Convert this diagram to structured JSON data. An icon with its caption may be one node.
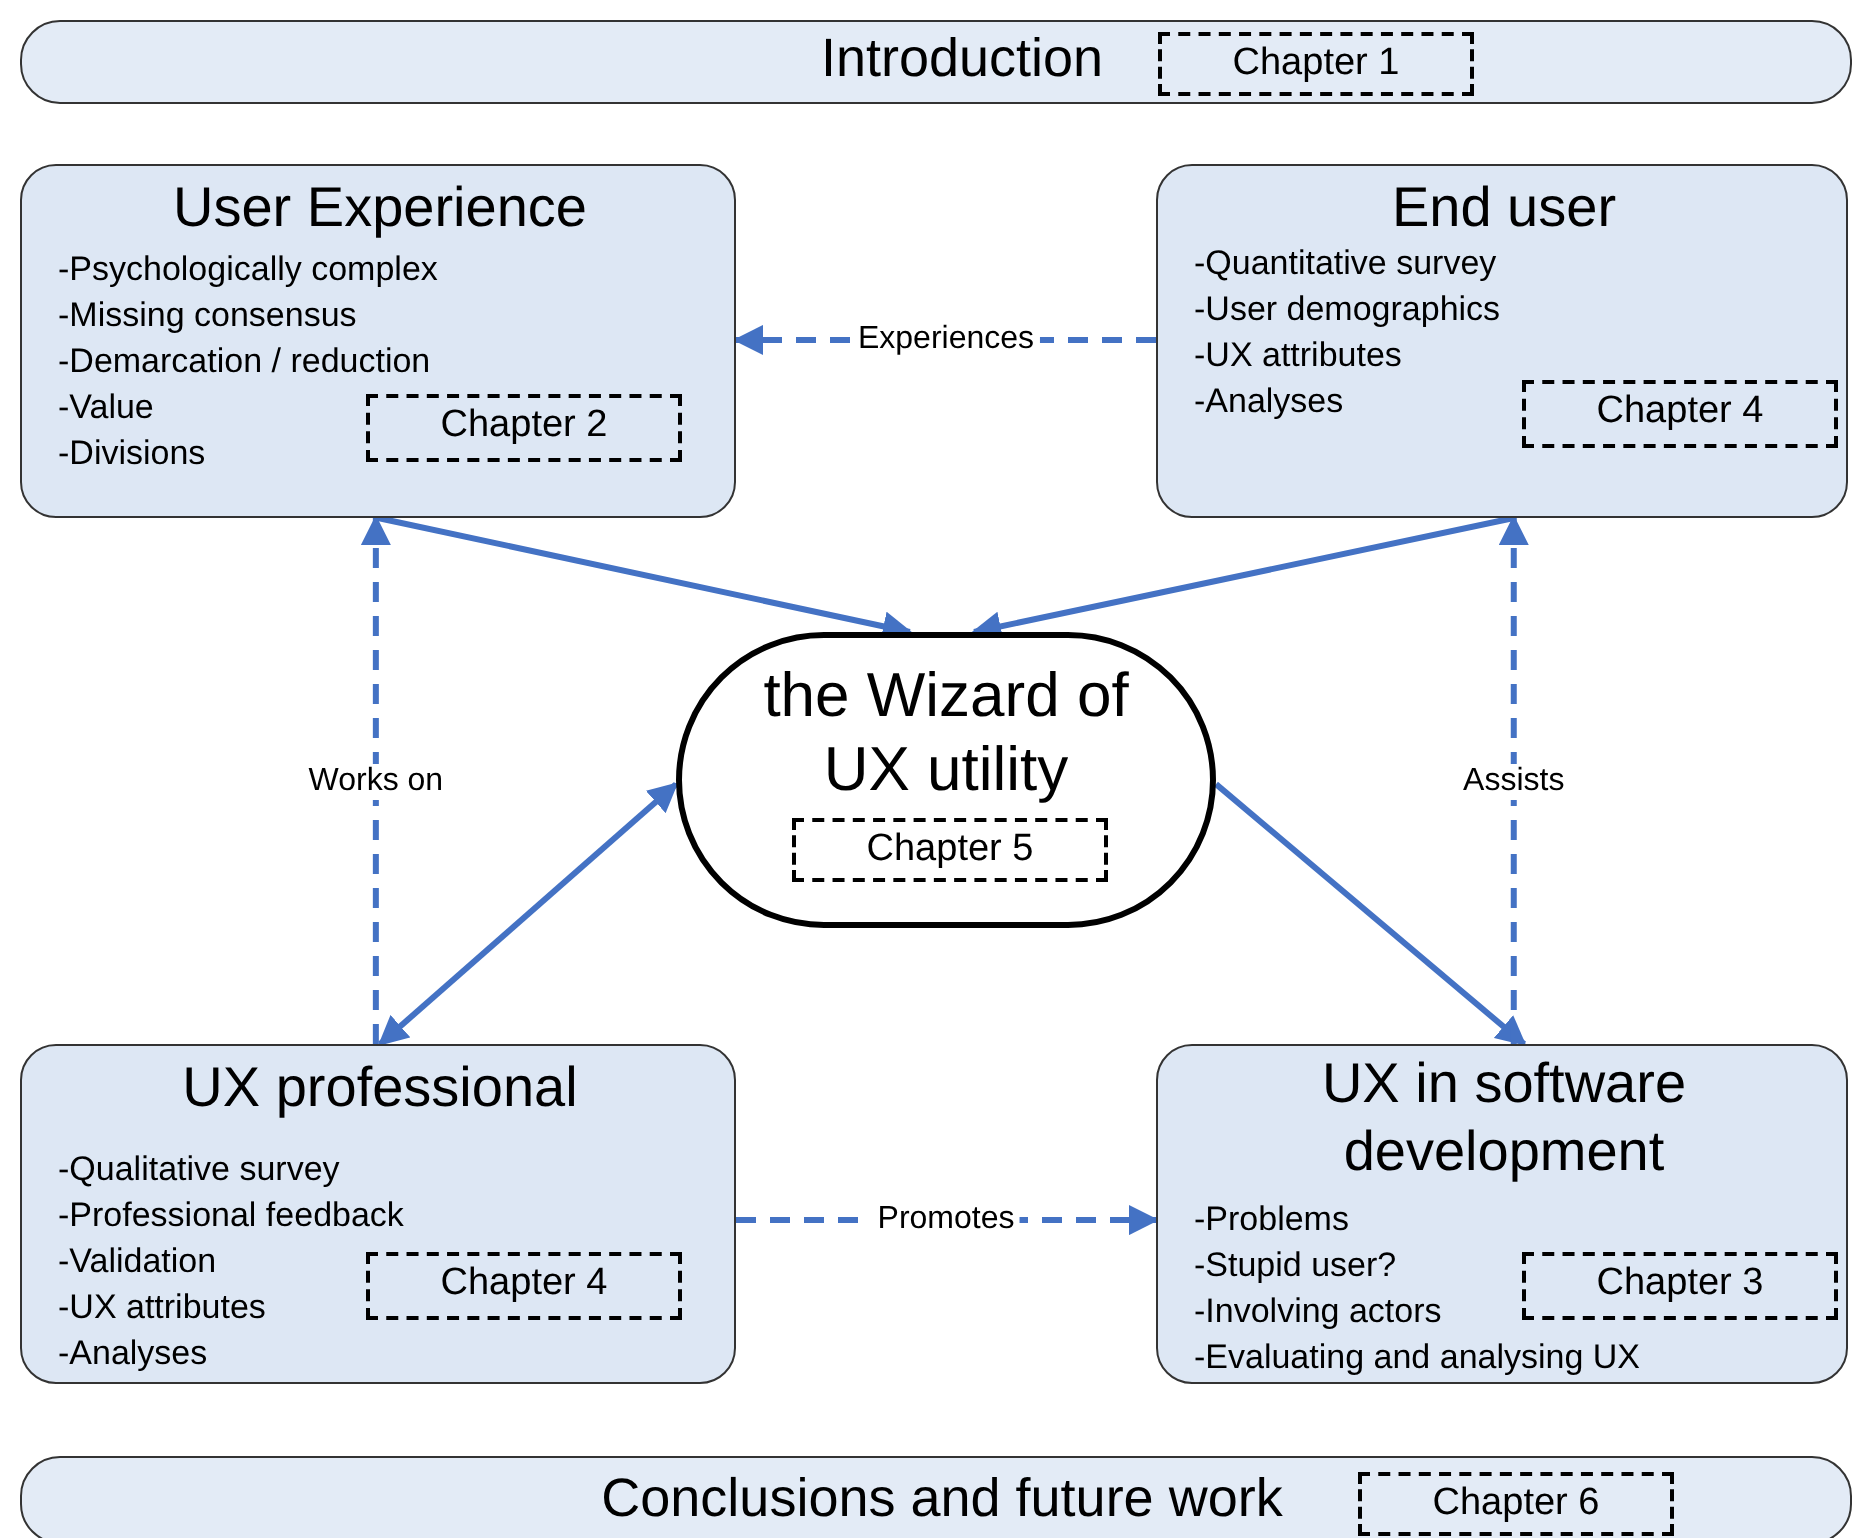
{
  "diagram": {
    "nodes": [
      {
        "text": [
          "Introduction"
        ]
      },
      {
        "text": [
          "Chapter 1"
        ],
        "in": 0
      },
      {
        "text": [
          "User Experience",
          "-Psychologically complex",
          "-Missing consensus",
          "-Demarcation / reduction",
          "-Value",
          "-Divisions"
        ]
      },
      {
        "text": [
          "Chapter 2"
        ],
        "in": 2
      },
      {
        "text": [
          "End user",
          "-Quantitative survey",
          "-User demographics",
          "-UX attributes",
          "-Analyses"
        ]
      },
      {
        "text": [
          "Chapter 4"
        ],
        "in": 4
      },
      {
        "text": [
          "the Wizard of UX utility"
        ]
      },
      {
        "text": [
          "Chapter 5"
        ],
        "in": 6
      },
      {
        "text": [
          "UX professional",
          "-Qualitative survey",
          "-Professional feedback",
          "-Validation",
          "-UX attributes",
          "-Analyses"
        ]
      },
      {
        "text": [
          "Chapter 4"
        ],
        "in": 8
      },
      {
        "text": [
          "UX in software development",
          "-Problems",
          "-Stupid user?",
          "-Involving actors",
          "-Evaluating and analysing UX"
        ]
      },
      {
        "text": [
          "Chapter 3"
        ],
        "in": 10
      },
      {
        "text": [
          "Conclusions and future work"
        ]
      },
      {
        "text": [
          "Chapter 6"
        ],
        "in": 12
      }
    ],
    "edges": [
      {
        "from": 4,
        "to": 2,
        "arrow": "to",
        "label": "Experiences",
        "style": "dashed"
      },
      {
        "from": 2,
        "to": 6,
        "arrow": "to"
      },
      {
        "from": 4,
        "to": 6,
        "arrow": "to"
      },
      {
        "from": 8,
        "to": 2,
        "arrow": "to",
        "label": "Works on",
        "style": "dashed"
      },
      {
        "from": 6,
        "to": 8,
        "arrow": "both"
      },
      {
        "from": 6,
        "to": 10,
        "arrow": "to"
      },
      {
        "from": 10,
        "to": 4,
        "arrow": "to",
        "label": "Assists",
        "style": "dashed"
      },
      {
        "from": 8,
        "to": 10,
        "arrow": "to",
        "label": "Promotes",
        "style": "dashed"
      }
    ]
  }
}
